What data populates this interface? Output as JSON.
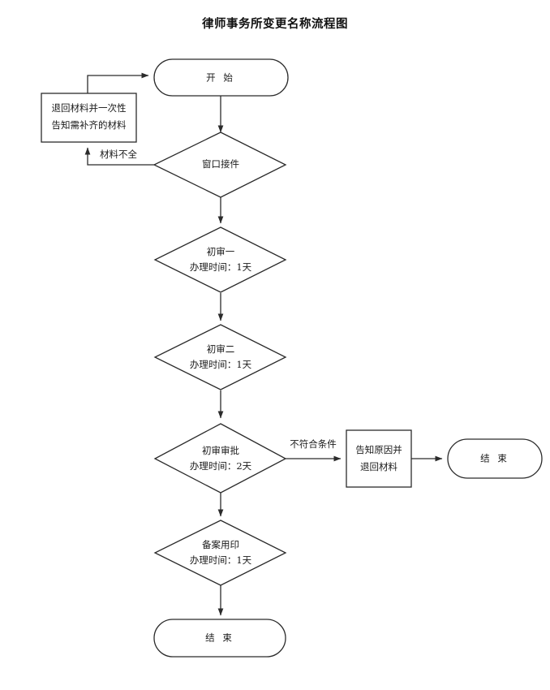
{
  "diagram": {
    "title": "律师事务所变更名称流程图",
    "type": "flowchart",
    "orientation": "top-to-bottom",
    "nodes": [
      {
        "id": "start",
        "shape": "terminator",
        "lines": [
          "开 始"
        ],
        "label": "开 始"
      },
      {
        "id": "return-materials",
        "shape": "rectangle",
        "lines": [
          "退回材料并一次性",
          "告知需补齐的材料"
        ],
        "line1": "退回材料并一次性",
        "line2": "告知需补齐的材料"
      },
      {
        "id": "window-intake",
        "shape": "decision",
        "lines": [
          "窗口接件"
        ],
        "line1": "窗口接件"
      },
      {
        "id": "first-review-1",
        "shape": "decision",
        "lines": [
          "初审一",
          "办理时间：1天"
        ],
        "line1": "初审一",
        "line2": "办理时间：1天"
      },
      {
        "id": "first-review-2",
        "shape": "decision",
        "lines": [
          "初审二",
          "办理时间：1天"
        ],
        "line1": "初审二",
        "line2": "办理时间：1天"
      },
      {
        "id": "first-approval",
        "shape": "decision",
        "lines": [
          "初审审批",
          "办理时间：2天"
        ],
        "line1": "初审审批",
        "line2": "办理时间：2天"
      },
      {
        "id": "notify-reason",
        "shape": "rectangle",
        "lines": [
          "告知原因并",
          "退回材料"
        ],
        "line1": "告知原因并",
        "line2": "退回材料"
      },
      {
        "id": "end-right",
        "shape": "terminator",
        "lines": [
          "结 束"
        ],
        "label": "结 束"
      },
      {
        "id": "record-seal",
        "shape": "decision",
        "lines": [
          "备案用印",
          "办理时间：1天"
        ],
        "line1": "备案用印",
        "line2": "办理时间：1天"
      },
      {
        "id": "end-bottom",
        "shape": "terminator",
        "lines": [
          "结 束"
        ],
        "label": "结 束"
      }
    ],
    "edges": [
      {
        "id": "e-start-intake",
        "from": "start",
        "to": "window-intake",
        "label": ""
      },
      {
        "id": "e-intake-return",
        "from": "window-intake",
        "to": "return-materials",
        "label": "材料不全"
      },
      {
        "id": "e-return-start",
        "from": "return-materials",
        "to": "start",
        "label": ""
      },
      {
        "id": "e-intake-review1",
        "from": "window-intake",
        "to": "first-review-1",
        "label": ""
      },
      {
        "id": "e-review1-review2",
        "from": "first-review-1",
        "to": "first-review-2",
        "label": ""
      },
      {
        "id": "e-review2-approval",
        "from": "first-review-2",
        "to": "first-approval",
        "label": ""
      },
      {
        "id": "e-approval-notify",
        "from": "first-approval",
        "to": "notify-reason",
        "label": "不符合条件"
      },
      {
        "id": "e-notify-endright",
        "from": "notify-reason",
        "to": "end-right",
        "label": ""
      },
      {
        "id": "e-approval-record",
        "from": "first-approval",
        "to": "record-seal",
        "label": ""
      },
      {
        "id": "e-record-endbottom",
        "from": "record-seal",
        "to": "end-bottom",
        "label": ""
      }
    ],
    "colors": {
      "background": "#ffffff",
      "stroke": "#2b2b2b",
      "text": "#1a1a1a"
    }
  }
}
